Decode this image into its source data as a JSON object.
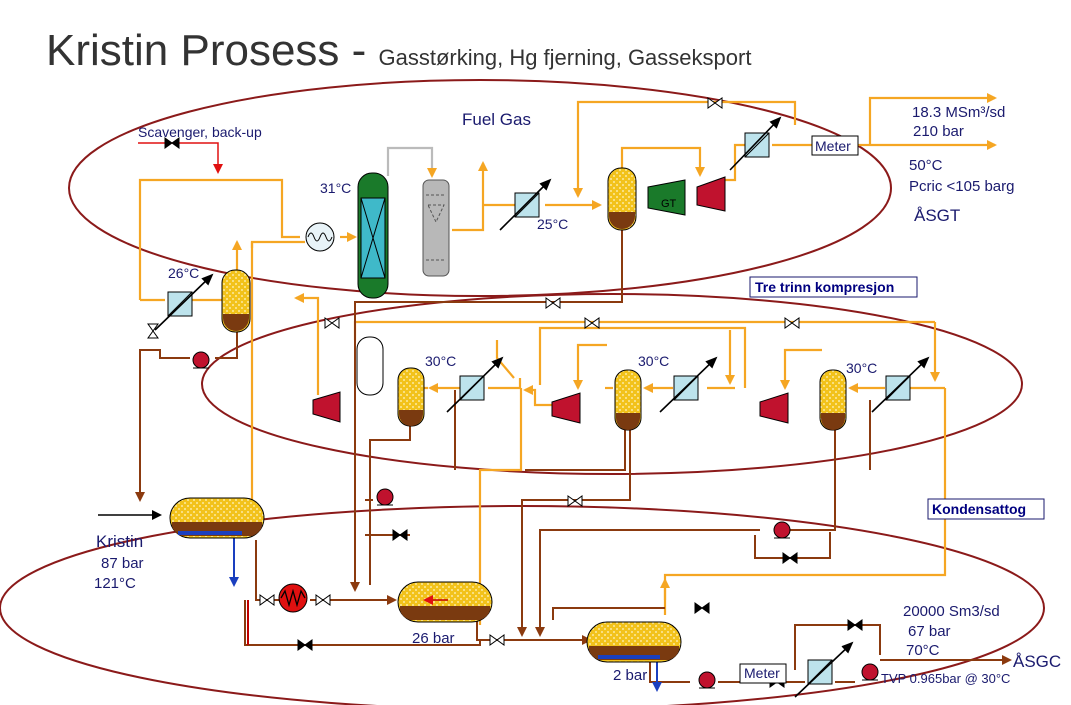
{
  "title": {
    "main": "Kristin Prosess - ",
    "sub": "Gasstørking, Hg fjerning, Gasseksport"
  },
  "colors": {
    "gas": "#f5a623",
    "liquid": "#8b3a0f",
    "ellipse": "#8b1a1a",
    "water": "#1a3fbf",
    "vessel_fill": "#f2c21b",
    "vessel_bottom": "#7a3a10",
    "compressor": "#c0122e",
    "column_green": "#1a7a2a",
    "column_glass": "#3fb9c9",
    "label": "#1a1a6e"
  },
  "labels": {
    "fuel_gas": "Fuel Gas",
    "scavenger": "Scavenger, back-up",
    "t31": "31°C",
    "t26": "26°C",
    "t25": "25°C",
    "gt": "GT",
    "meter_top": "Meter",
    "meter_bottom": "Meter",
    "export_flow": "18.3 MSm³/sd",
    "export_pressure": "210 bar",
    "export_temp": "50°C",
    "export_pcric": "Pcric <105 barg",
    "asgt": "ÅSGT",
    "tre_trinn": "Tre trinn kompresjon",
    "t30_1": "30°C",
    "t30_2": "30°C",
    "t30_3": "30°C",
    "kondensattog": "Kondensattog",
    "kristin": "Kristin",
    "kristin_pressure": "87 bar",
    "kristin_temp": "121°C",
    "p26bar": "26 bar",
    "p2bar": "2 bar",
    "cond_flow": "20000 Sm3/sd",
    "cond_pressure": "67 bar",
    "cond_temp": "70°C",
    "asgc": "ÅSGC",
    "tvp": "TVP 0.965bar  @ 30°C"
  }
}
